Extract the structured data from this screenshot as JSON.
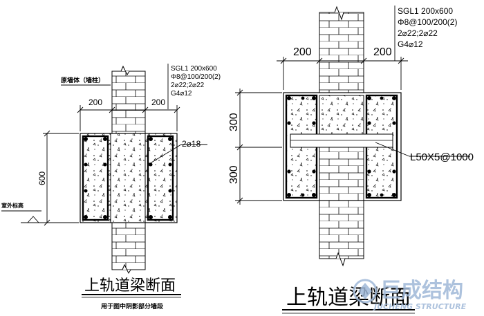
{
  "left_section": {
    "wall_label": "原墙体（墙柱）",
    "dim_left": "200",
    "dim_right": "200",
    "dim_height": "600",
    "spec_lines": [
      "SGL1 200x600",
      "Φ8@100/200(2)",
      "2⌀22;2⌀22",
      "G4⌀12"
    ],
    "rebar_callout": "2⌀18",
    "ground_label": "室外标高",
    "title": "上轨道梁断面",
    "subtitle": "用于图中阴影部分墙段"
  },
  "right_section": {
    "dim_left": "200",
    "dim_right": "200",
    "dim_upper": "300",
    "dim_lower": "300",
    "spec_lines": [
      "SGL1 200x600",
      "Φ8@100/200(2)",
      "2⌀22;2⌀22",
      "G4⌀12"
    ],
    "angle_callout": "L50X5@1000",
    "title": "上轨道梁断面"
  },
  "watermark": {
    "text": "巨成结构",
    "subtext": "JUCHENG STRUCTURE",
    "color": "#9fb8d8"
  }
}
